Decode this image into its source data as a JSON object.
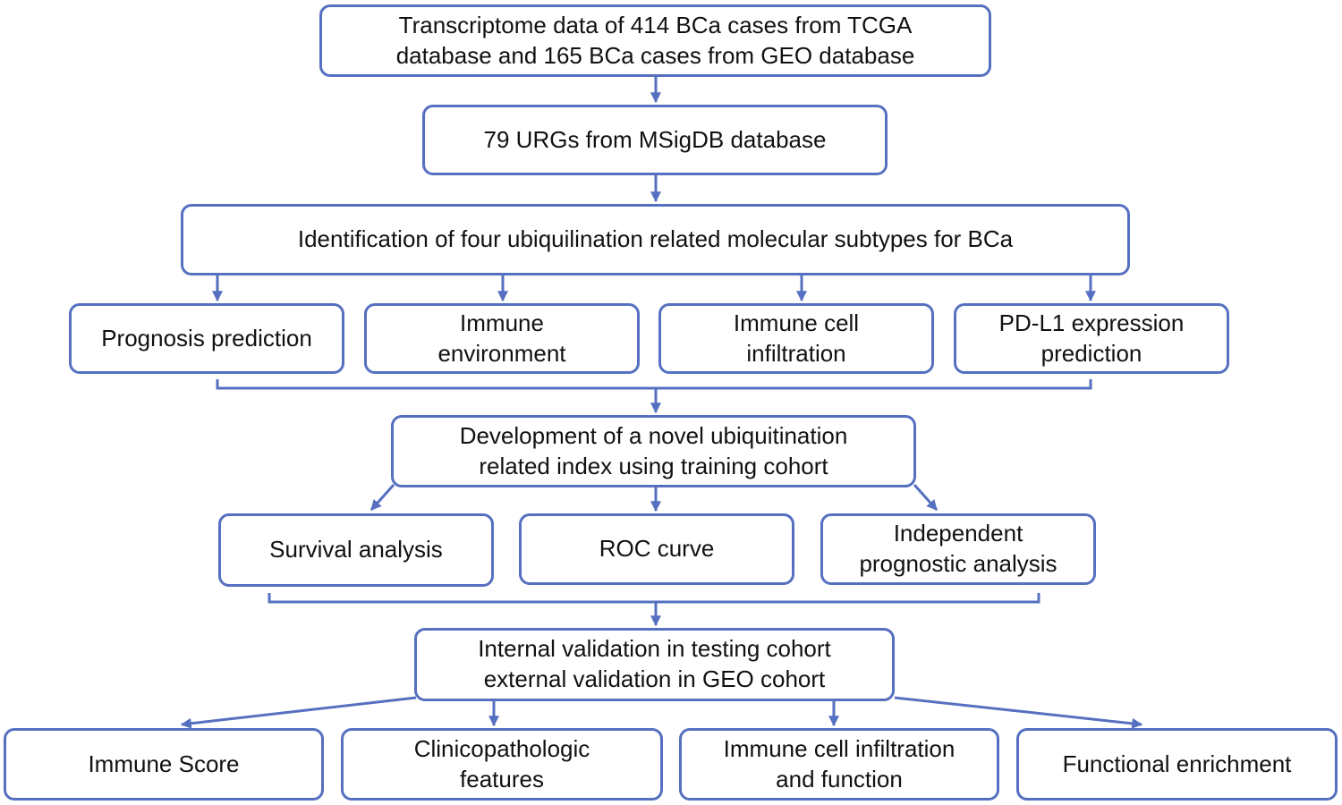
{
  "colors": {
    "border": "#5570c0",
    "arrow": "#5570c0",
    "text": "#111111",
    "background": "#ffffff"
  },
  "nodes": {
    "n1": {
      "line1": "Transcriptome data of 414 BCa cases from TCGA",
      "line2": "database and 165 BCa cases from GEO database"
    },
    "n2": {
      "line1": "79 URGs from MSigDB database"
    },
    "n3": {
      "line1": "Identification of four ubiquilination related molecular subtypes for BCa"
    },
    "n4a": {
      "line1": "Prognosis prediction"
    },
    "n4b": {
      "line1": "Immune",
      "line2": "environment"
    },
    "n4c": {
      "line1": "Immune cell",
      "line2": "infiltration"
    },
    "n4d": {
      "line1": "PD-L1 expression",
      "line2": "prediction"
    },
    "n5": {
      "line1": "Development of a novel ubiquitination",
      "line2": "related index using training cohort"
    },
    "n6a": {
      "line1": "Survival analysis"
    },
    "n6b": {
      "line1": "ROC curve"
    },
    "n6c": {
      "line1": "Independent",
      "line2": "prognostic analysis"
    },
    "n7": {
      "line1": "Internal validation in testing cohort",
      "line2": "external validation in GEO cohort"
    },
    "n8a": {
      "line1": "Immune Score"
    },
    "n8b": {
      "line1": "Clinicopathologic",
      "line2": "features"
    },
    "n8c": {
      "line1": "Immune cell infiltration",
      "line2": "and function"
    },
    "n8d": {
      "line1": "Functional enrichment"
    }
  }
}
